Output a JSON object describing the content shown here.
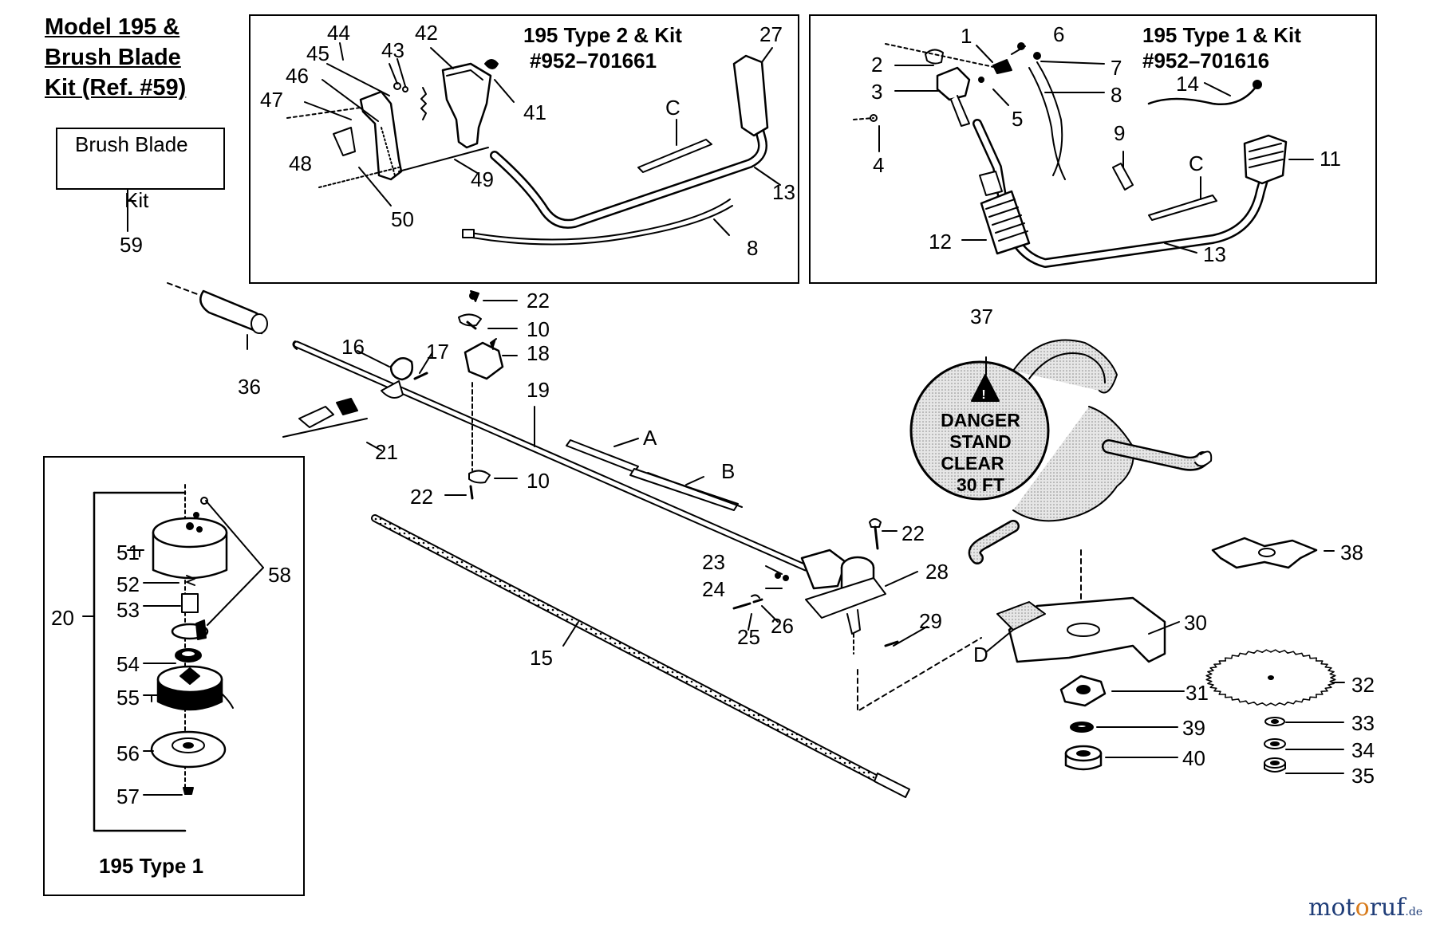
{
  "title_lines": [
    "Model 195 &",
    "Brush Blade",
    "Kit (Ref. #59)"
  ],
  "brush_blade_box": {
    "line1": "Brush Blade",
    "line2": "Kit",
    "ref": "59"
  },
  "kit_type2": {
    "line1": "195  Type 2 & Kit",
    "line2": "#952–701661"
  },
  "kit_type1": {
    "line1": "195  Type 1 & Kit",
    "line2": "#952–701616"
  },
  "inset_type1_label": "195 Type 1",
  "warning_label": {
    "line1": "DANGER",
    "line2": "STAND",
    "line3": "CLEAR",
    "line4": "30 FT"
  },
  "watermark": {
    "part1": "mot",
    "part2": "o",
    "part3": "ruf",
    "suffix": ".de"
  },
  "callouts": {
    "p1": "1",
    "p2": "2",
    "p3": "3",
    "p4": "4",
    "p5": "5",
    "p6": "6",
    "p7": "7",
    "p8a": "8",
    "p8b": "8",
    "p9": "9",
    "p10a": "10",
    "p10b": "10",
    "p11": "11",
    "p12": "12",
    "p13a": "13",
    "p13b": "13",
    "p14": "14",
    "p15": "15",
    "p16": "16",
    "p17": "17",
    "p18": "18",
    "p19": "19",
    "p20": "20",
    "p21": "21",
    "p22a": "22",
    "p22b": "22",
    "p22c": "22",
    "p23": "23",
    "p24": "24",
    "p25": "25",
    "p26": "26",
    "p27": "27",
    "p28": "28",
    "p29": "29",
    "p30": "30",
    "p31": "31",
    "p32": "32",
    "p33": "33",
    "p34": "34",
    "p35": "35",
    "p36": "36",
    "p37": "37",
    "p38": "38",
    "p39": "39",
    "p40": "40",
    "p41": "41",
    "p42": "42",
    "p43": "43",
    "p44": "44",
    "p45": "45",
    "p46": "46",
    "p47": "47",
    "p48": "48",
    "p49": "49",
    "p50": "50",
    "p51": "51",
    "p52": "52",
    "p53": "53",
    "p54": "54",
    "p55": "55",
    "p56": "56",
    "p57": "57",
    "p58": "58",
    "letterA": "A",
    "letterB": "B",
    "letterCa": "C",
    "letterCb": "C",
    "letterD": "D"
  },
  "colors": {
    "ink": "#000000",
    "paper": "#ffffff",
    "watermark_blue": "#1f3d78",
    "watermark_orange": "#d87b1c"
  }
}
